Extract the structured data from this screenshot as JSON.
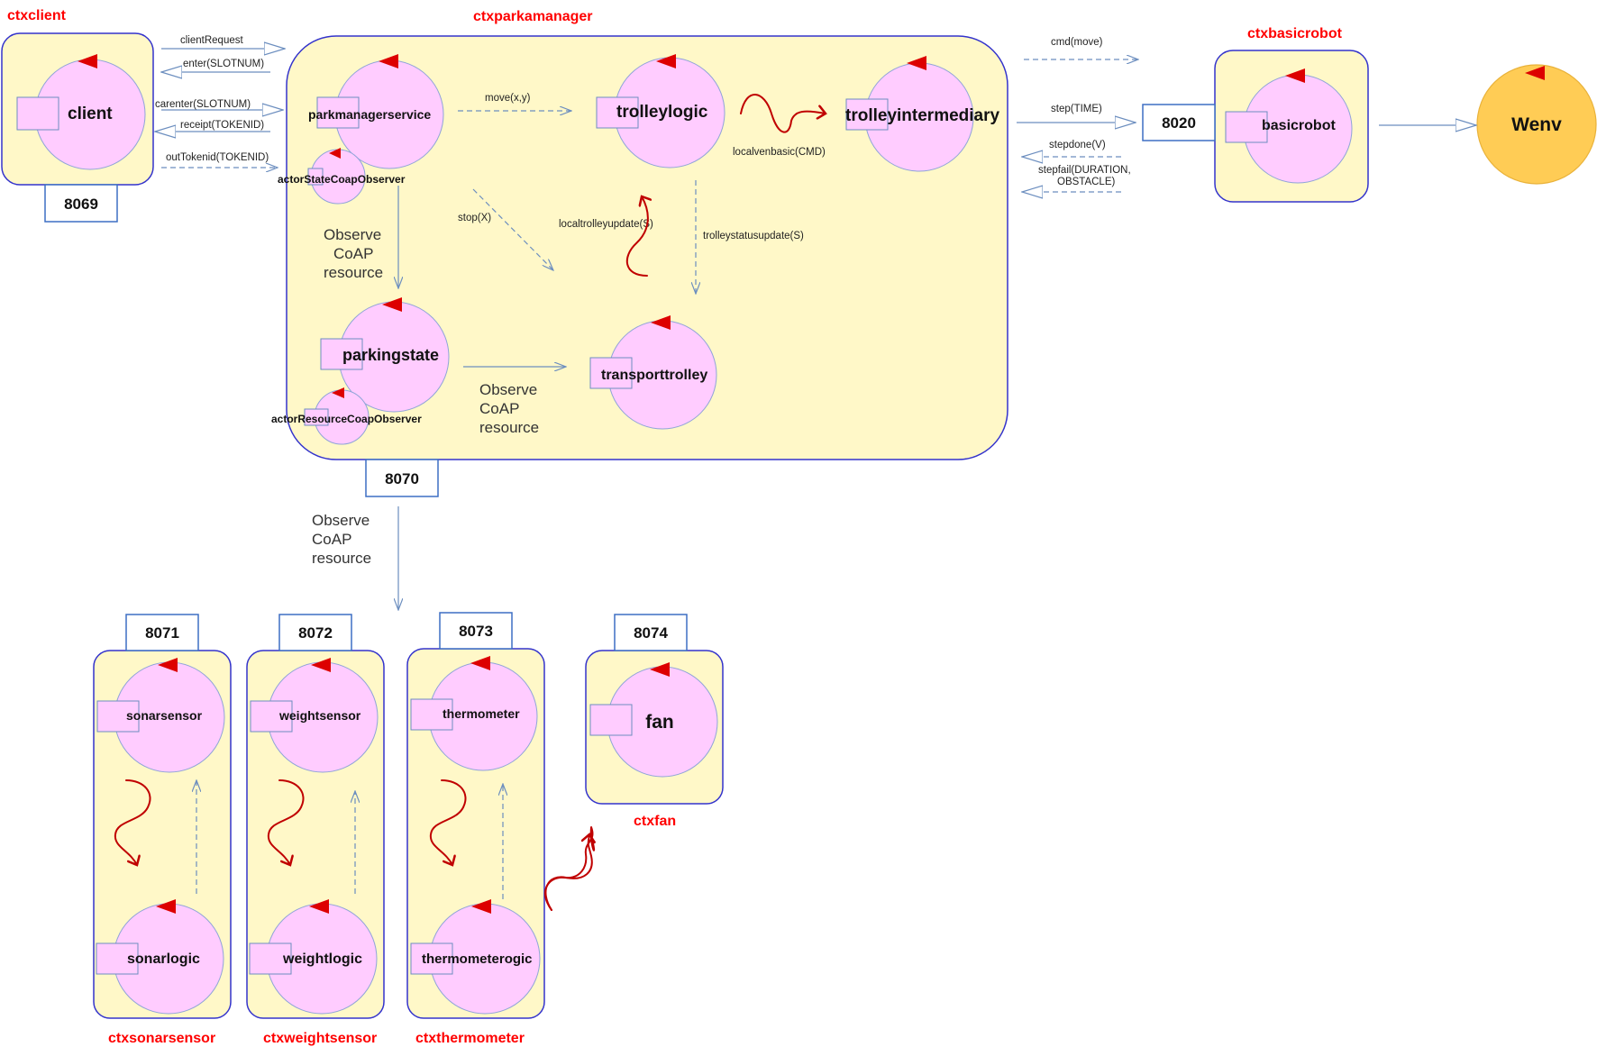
{
  "contexts": {
    "ctxclient": "ctxclient",
    "ctxparkamanager": "ctxparkamanager",
    "ctxbasicrobot": "ctxbasicrobot",
    "ctxsonarsensor": "ctxsonarsensor",
    "ctxweightsensor": "ctxweightsensor",
    "ctxthermometer": "ctxthermometer",
    "ctxfan": "ctxfan"
  },
  "ports": {
    "client": "8069",
    "parkmanager": "8070",
    "basicrobot": "8020",
    "sonar": "8071",
    "weight": "8072",
    "thermo": "8073",
    "fan": "8074"
  },
  "actors": {
    "client": "client",
    "parkmanagerservice": "parkmanagerservice",
    "actorStateCoapObserver": "actorStateCoapObserver",
    "trolleylogic": "trolleylogic",
    "trolleyintermediary": "trolleyintermediary",
    "parkingstate": "parkingstate",
    "actorResourceCoapObserver": "actorResourceCoapObserver",
    "transporttrolley": "transporttrolley",
    "basicrobot": "basicrobot",
    "wenv": "Wenv",
    "sonarsensor": "sonarsensor",
    "sonarlogic": "sonarlogic",
    "weightsensor": "weightsensor",
    "weightlogic": "weightlogic",
    "thermometer": "thermometer",
    "thermometerlogic": "thermometerogic",
    "fan": "fan"
  },
  "messages": {
    "clientRequest": "clientRequest",
    "enter": "enter(SLOTNUM)",
    "carenter": "carenter(SLOTNUM)",
    "receipt": "receipt(TOKENID)",
    "outTokenid": "outTokenid(TOKENID)",
    "move": "move(x,y)",
    "stop": "stop(X)",
    "localtrolleyupdate": "localtrolleyupdate(S)",
    "trolleystatusupdate": "trolleystatusupdate(S)",
    "localvenbasic": "localvenbasic(CMD)",
    "cmd": "cmd(move)",
    "step": "step(TIME)",
    "stepdone": "stepdone(V)",
    "stepfail_1": "stepfail(DURATION,",
    "stepfail_2": "OBSTACLE)"
  },
  "notes": {
    "observe1": [
      "Observe",
      "CoAP",
      "resource"
    ],
    "observe2": [
      "Observe",
      "CoAP",
      "resource"
    ],
    "observe3": [
      "Observe",
      "CoAP",
      "resource"
    ]
  },
  "colors": {
    "context_fill": "#fff8c8",
    "context_stroke": "#3333cc",
    "actor_fill": "#ffccff",
    "context_label": "#ff0000",
    "wenv_fill": "#ffcc55",
    "wavy_arrow": "#c00000"
  }
}
